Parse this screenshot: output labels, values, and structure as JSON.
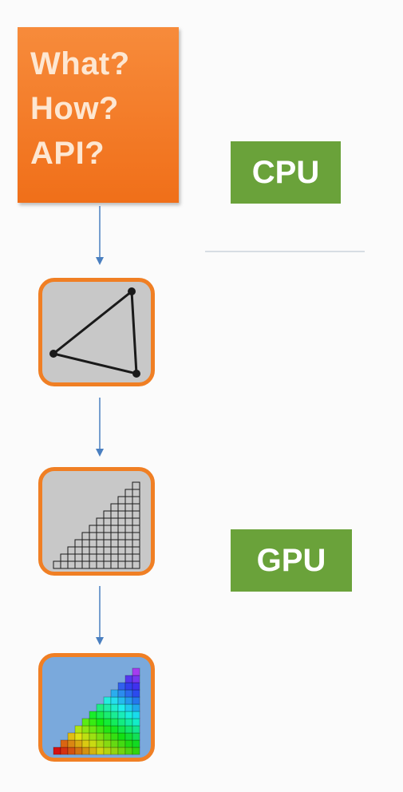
{
  "app_box": {
    "lines": [
      "What?",
      "How?",
      "API?"
    ]
  },
  "labels": {
    "cpu": "CPU",
    "gpu": "GPU"
  },
  "stages": [
    {
      "name": "triangle-primitive-icon"
    },
    {
      "name": "rasterization-grid-icon"
    },
    {
      "name": "shaded-fragments-icon"
    }
  ],
  "colors": {
    "orange": "#f07f24",
    "green": "#6aa23a",
    "arrow": "#4a7fc0",
    "tile_gray": "#c8c8c8",
    "tile_blue": "#7aa9dc"
  }
}
